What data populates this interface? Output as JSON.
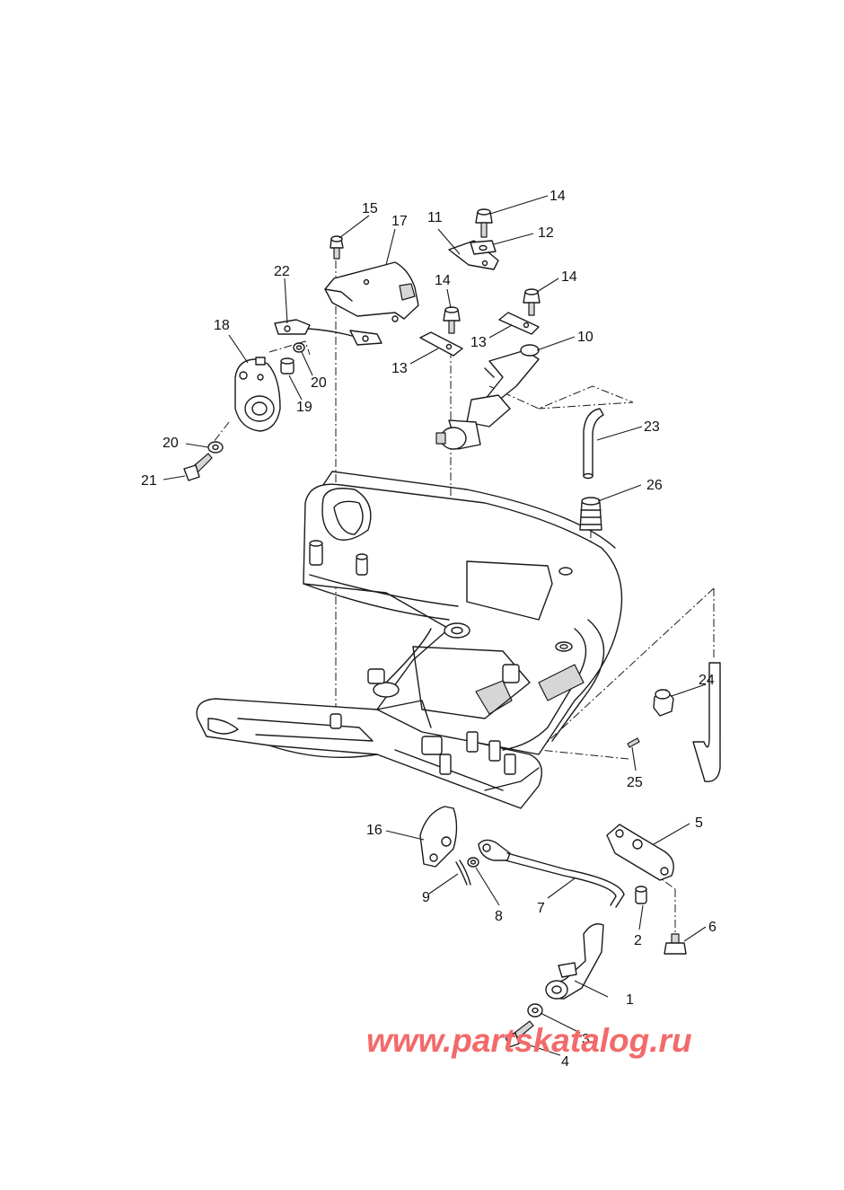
{
  "callouts": [
    "1",
    "2",
    "3",
    "4",
    "5",
    "6",
    "7",
    "8",
    "9",
    "10",
    "11",
    "12",
    "13",
    "13",
    "14",
    "14",
    "14",
    "15",
    "16",
    "17",
    "18",
    "19",
    "20",
    "20",
    "21",
    "22",
    "23",
    "24",
    "25",
    "26"
  ],
  "watermark": "www.partskatalog.ru"
}
